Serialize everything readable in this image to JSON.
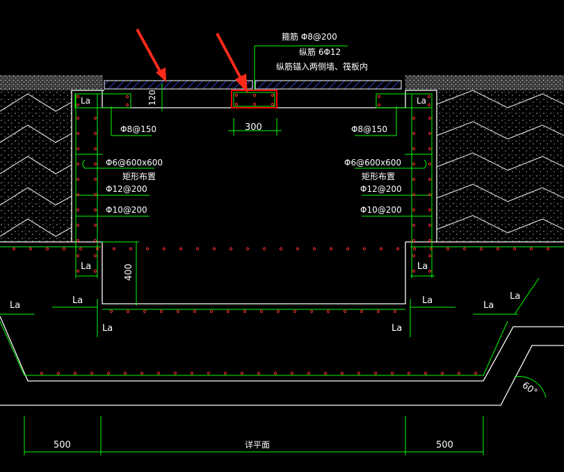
{
  "colors": {
    "background": "#000000",
    "outline": "#ffffff",
    "rebar": "#00ff00",
    "rebar_dots": "#ff3030",
    "soil": "#c8c8c8",
    "arrow": "#ff2a1a",
    "beam_outline": "#ff0000",
    "slab_hatch": "#2f3fd6"
  },
  "annotations": {
    "stirrup": "箍筋   Φ8@200",
    "longitudinal": "纵筋 6Φ12",
    "anchor_note": "纵筋锚入两侧墙、筏板内",
    "cover_thickness": "120",
    "beam_width": "300",
    "depth_400": "400",
    "left": {
      "phi8": "Φ8@150",
      "phi6": "Φ6@600x600",
      "rect_layout": "矩形布置",
      "phi12": "Φ12@200",
      "phi10": "Φ10@200"
    },
    "right": {
      "phi8": "Φ8@150",
      "phi6": "Φ6@600x600",
      "rect_layout": "矩形布置",
      "phi12": "Φ12@200",
      "phi10": "Φ10@200"
    },
    "la": "La",
    "angle": "60°"
  },
  "dimensions": {
    "left": "500",
    "middle": "详平面",
    "right": "500"
  }
}
